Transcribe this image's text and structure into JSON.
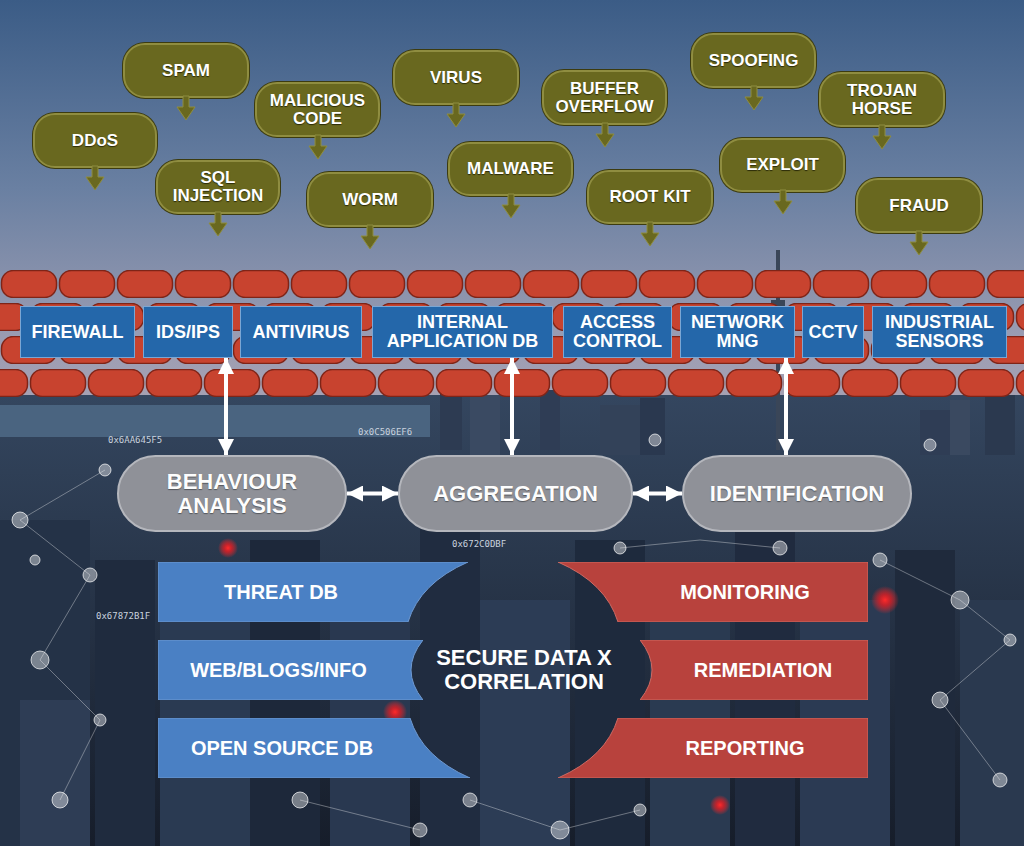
{
  "diagram": {
    "nodes": [
      {
        "text": [
          "DDoS"
        ]
      },
      {
        "text": [
          "SPAM"
        ]
      },
      {
        "text": [
          "MALICIOUS CODE"
        ]
      },
      {
        "text": [
          "SQL INJECTION"
        ]
      },
      {
        "text": [
          "VIRUS"
        ]
      },
      {
        "text": [
          "WORM"
        ]
      },
      {
        "text": [
          "MALWARE"
        ]
      },
      {
        "text": [
          "BUFFER OVERFLOW"
        ]
      },
      {
        "text": [
          "ROOT KIT"
        ]
      },
      {
        "text": [
          "SPOOFING"
        ]
      },
      {
        "text": [
          "EXPLOIT"
        ]
      },
      {
        "text": [
          "TROJAN HORSE"
        ]
      },
      {
        "text": [
          "FRAUD"
        ]
      },
      {
        "text": [
          "FIREWALL"
        ]
      },
      {
        "text": [
          "IDS/IPS"
        ]
      },
      {
        "text": [
          "ANTIVIRUS"
        ]
      },
      {
        "text": [
          "INTERNAL APPLICATION DB"
        ]
      },
      {
        "text": [
          "ACCESS CONTROL"
        ]
      },
      {
        "text": [
          "NETWORK MNG"
        ]
      },
      {
        "text": [
          "CCTV"
        ]
      },
      {
        "text": [
          "INDUSTRIAL SENSORS"
        ]
      },
      {
        "text": [
          "BEHAVIOUR ANALYSIS"
        ]
      },
      {
        "text": [
          "AGGREGATION"
        ]
      },
      {
        "text": [
          "IDENTIFICATION"
        ]
      },
      {
        "text": [
          "THREAT DB"
        ]
      },
      {
        "text": [
          "MONITORING"
        ]
      },
      {
        "text": [
          "WEB/BLOGS/INFO"
        ]
      },
      {
        "text": [
          "REMEDIATION"
        ]
      },
      {
        "text": [
          "OPEN SOURCE DB"
        ]
      },
      {
        "text": [
          "REPORTING"
        ]
      }
    ],
    "edges": [
      {
        "from": 14,
        "to": 21,
        "arrow": "both"
      },
      {
        "from": 16,
        "to": 22,
        "arrow": "both"
      },
      {
        "from": 18,
        "to": 23,
        "arrow": "both"
      },
      {
        "from": 21,
        "to": 22,
        "arrow": "both"
      },
      {
        "from": 22,
        "to": 23,
        "arrow": "both"
      }
    ],
    "labels": [
      "SECURE DATA X CORRELATION",
      "0x6AA645F5",
      "0x0C506EF6",
      "0x672C0DBF",
      "0x67872B1F"
    ]
  }
}
